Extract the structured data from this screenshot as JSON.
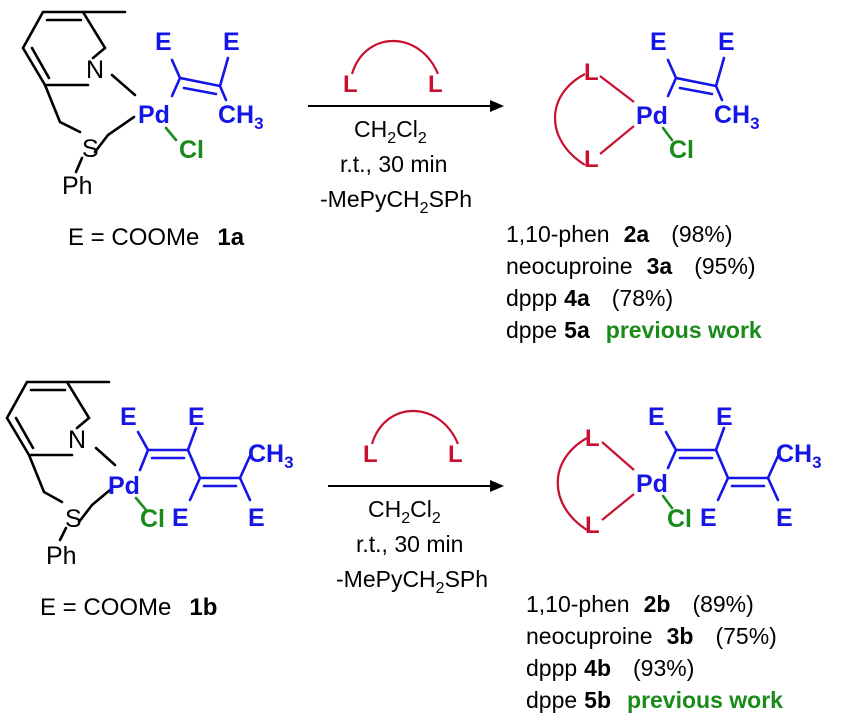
{
  "scheme_a": {
    "start": {
      "N": "N",
      "Pd": "Pd",
      "Cl": "Cl",
      "S": "S",
      "Ph": "Ph",
      "E1": "E",
      "E2": "E",
      "CH3": "CH",
      "CH3_sub": "3"
    },
    "start_caption": {
      "text": "E = COOMe",
      "label": "1a"
    },
    "ligand": {
      "L1": "L",
      "L2": "L"
    },
    "conditions": {
      "solvent_main": "CH",
      "solvent_sub": "2",
      "solvent_main2": "Cl",
      "solvent_sub2": "2",
      "temp_time": "r.t., 30 min",
      "byproduct_a": "-MePyCH",
      "byproduct_sub": "2",
      "byproduct_b": "SPh"
    },
    "product": {
      "L1": "L",
      "L2": "L",
      "Pd": "Pd",
      "Cl": "Cl",
      "E1": "E",
      "E2": "E",
      "CH3": "CH",
      "CH3_sub": "3"
    },
    "results": [
      {
        "ligand": "1,10-phen",
        "compound": "2a",
        "yield": "(98%)"
      },
      {
        "ligand": "neocuproine",
        "compound": "3a",
        "yield": "(95%)"
      },
      {
        "ligand": "dppp",
        "compound": "4a",
        "yield": "(78%)"
      },
      {
        "ligand": "dppe",
        "compound": "5a",
        "yield": "previous work"
      }
    ]
  },
  "scheme_b": {
    "start": {
      "N": "N",
      "Pd": "Pd",
      "Cl": "Cl",
      "S": "S",
      "Ph": "Ph",
      "E1": "E",
      "E2": "E",
      "E3": "E",
      "E4": "E",
      "CH3": "CH",
      "CH3_sub": "3"
    },
    "start_caption": {
      "text": "E = COOMe",
      "label": "1b"
    },
    "ligand": {
      "L1": "L",
      "L2": "L"
    },
    "conditions": {
      "solvent_main": "CH",
      "solvent_sub": "2",
      "solvent_main2": "Cl",
      "solvent_sub2": "2",
      "temp_time": "r.t., 30 min",
      "byproduct_a": "-MePyCH",
      "byproduct_sub": "2",
      "byproduct_b": "SPh"
    },
    "product": {
      "L1": "L",
      "L2": "L",
      "Pd": "Pd",
      "Cl": "Cl",
      "E1": "E",
      "E2": "E",
      "E3": "E",
      "E4": "E",
      "CH3": "CH",
      "CH3_sub": "3"
    },
    "results": [
      {
        "ligand": "1,10-phen",
        "compound": "2b",
        "yield": "(89%)"
      },
      {
        "ligand": "neocuproine",
        "compound": "3b",
        "yield": "(75%)"
      },
      {
        "ligand": "dppp",
        "compound": "4b",
        "yield": "(93%)"
      },
      {
        "ligand": "dppe",
        "compound": "5b",
        "yield": "previous work"
      }
    ]
  },
  "colors": {
    "black": "#000000",
    "blue": "#1515e8",
    "green": "#1a8a1a",
    "red": "#c8102e"
  }
}
